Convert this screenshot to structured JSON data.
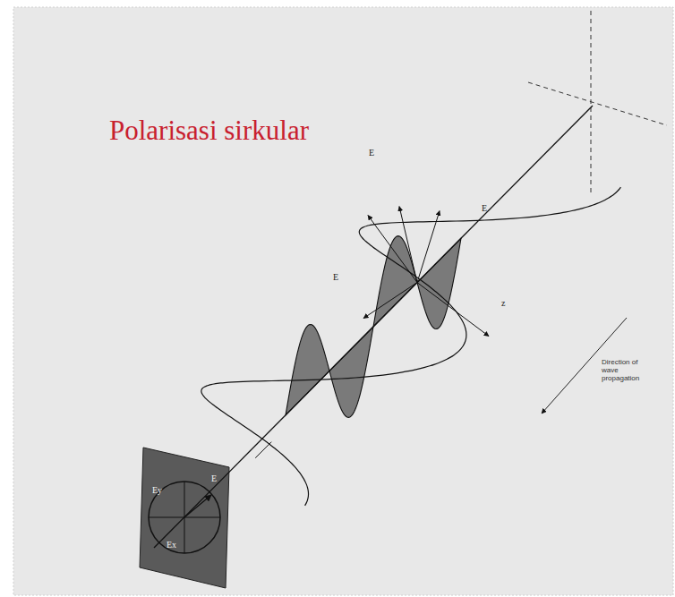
{
  "diagram": {
    "title": "Polarisasi sirkular",
    "labels": [
      "Direction of wave propagation",
      "E",
      "E",
      "E",
      "z",
      "Ey",
      "Ex",
      "E"
    ]
  }
}
